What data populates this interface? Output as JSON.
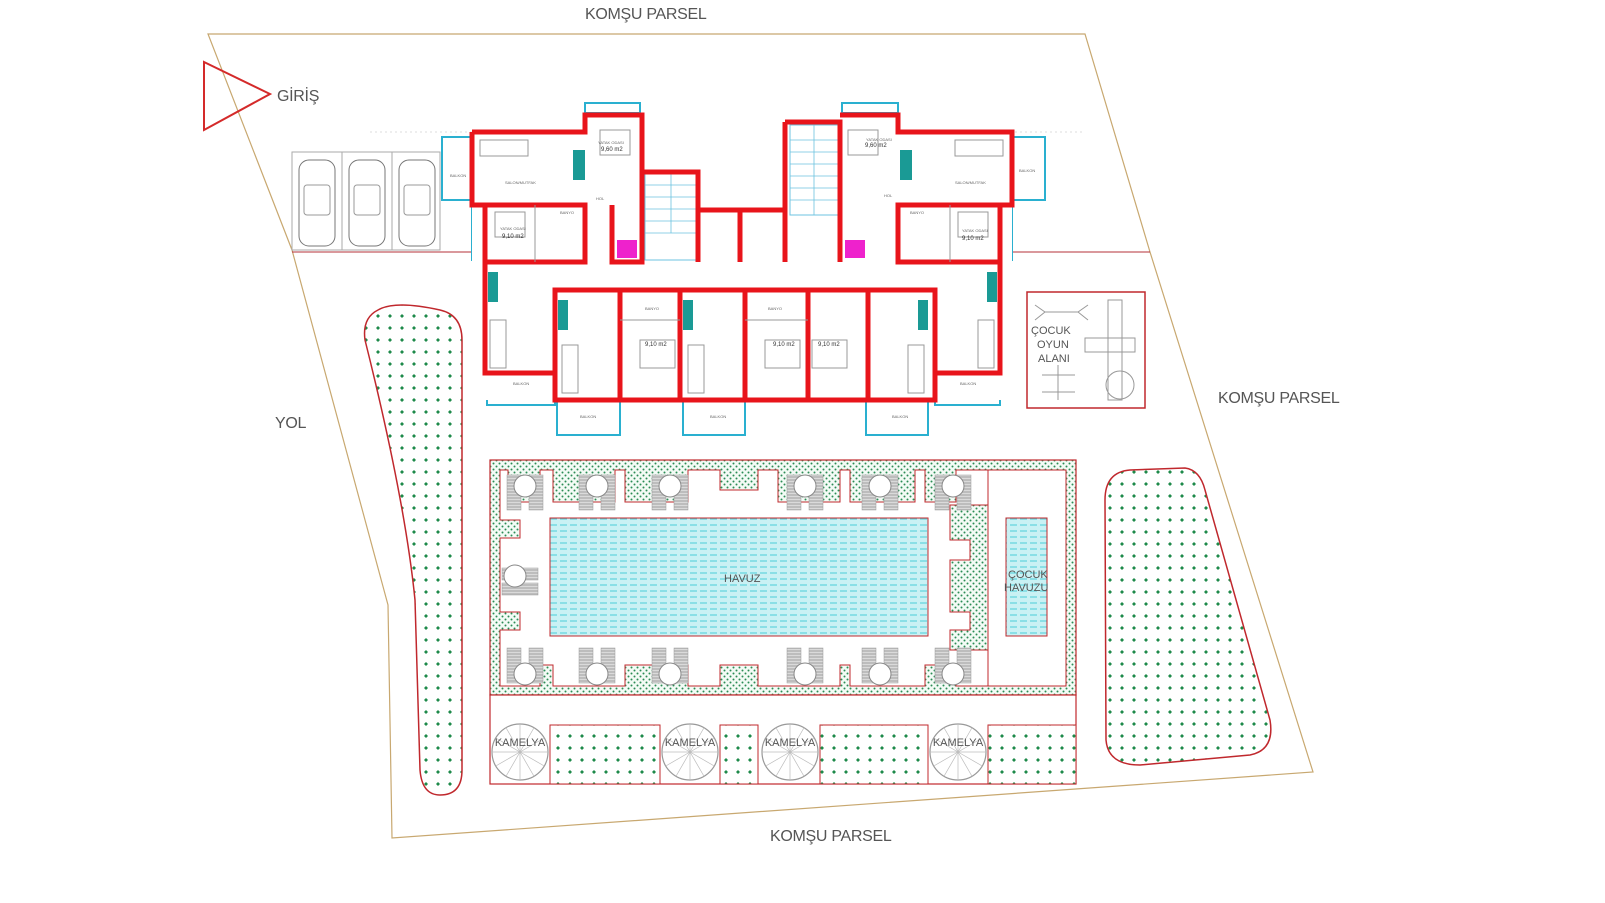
{
  "labels": {
    "neighbor_top": "KOMŞU PARSEL",
    "neighbor_right": "KOMŞU PARSEL",
    "neighbor_bottom": "KOMŞU PARSEL",
    "road": "YOL",
    "entrance": "GİRİŞ",
    "pool": "HAVUZ",
    "kids_pool_line1": "ÇOCUK",
    "kids_pool_line2": "HAVUZU",
    "play_line1": "ÇOCUK",
    "play_line2": "OYUN",
    "play_line3": "ALANI",
    "kamelya": [
      "KAMELYA",
      "KAMELYA",
      "KAMELYA",
      "KAMELYA"
    ]
  },
  "rooms": {
    "living": "SALON/MUTFAK",
    "bedroom": "YATAK ODASI",
    "bathroom": "BANYO",
    "hall": "HOL",
    "balcony": "BALKON",
    "bedroom_area_large": "9,60 m2",
    "bedroom_area_small": "9,10 m2"
  },
  "colors": {
    "wall": "#e8141b",
    "balcony": "#2ab0d0",
    "boundary": "#c8a870",
    "green": "#1e8a4a",
    "pool": "#5fd3dc"
  }
}
